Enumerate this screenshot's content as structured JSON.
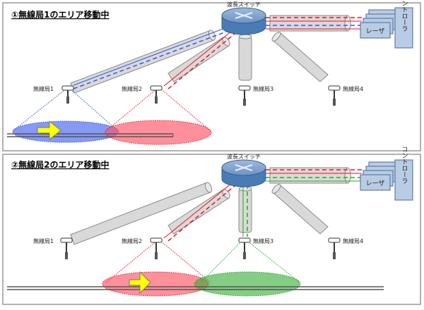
{
  "panels": [
    {
      "title": "①無線局1のエリア移動中",
      "switch_label": "波長スイッチ",
      "laser_label": "レーザ",
      "controller_label": "コントローラ",
      "stations": [
        "無線局1",
        "無線局2",
        "無線局3",
        "無線局4"
      ],
      "active_areas": [
        "blue",
        "red"
      ],
      "direction": "right"
    },
    {
      "title": "②無線局2のエリア移動中",
      "switch_label": "波長スイッチ",
      "laser_label": "レーザ",
      "controller_label": "コントローラ",
      "stations": [
        "無線局1",
        "無線局2",
        "無線局3",
        "無線局4"
      ],
      "active_areas": [
        "red",
        "green"
      ],
      "direction": "right"
    }
  ],
  "colors": {
    "blue": "#3355ee",
    "red": "#ee1122",
    "green": "#22aa22",
    "switch": "#4a7bb5",
    "box": "#b8cce4",
    "fiber": "#d9d9d9",
    "arrow": "#ffff00"
  }
}
